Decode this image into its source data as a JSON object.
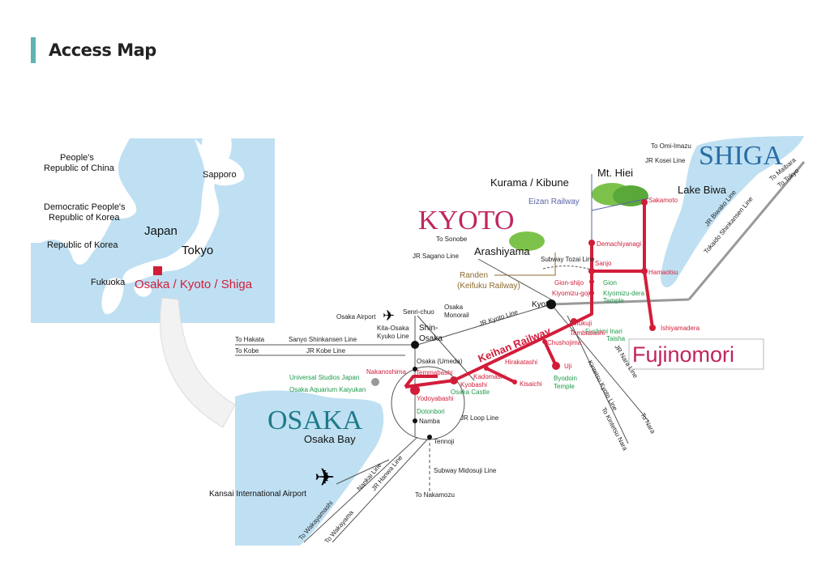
{
  "header": {
    "title": "Access Map"
  },
  "colors": {
    "accent_bar": "#5fb3b3",
    "water": "#bfe0f2",
    "keihan": "#d21d3a",
    "green_station": "#1e9a4a",
    "eizan": "#5a64a8",
    "randen": "#8b6b2e"
  },
  "inset": {
    "china": "People's\nRepublic of China",
    "dprk": "Democratic People's\nRepublic of Korea",
    "rok": "Republic of Korea",
    "japan": "Japan",
    "sapporo": "Sapporo",
    "tokyo": "Tokyo",
    "fukuoka": "Fukuoka",
    "highlight": "Osaka / Kyoto / Shiga"
  },
  "regions": {
    "kyoto": "KYOTO",
    "osaka": "OSAKA",
    "shiga": "SHIGA"
  },
  "places": {
    "kurama": "Kurama / Kibune",
    "mt_hiei": "Mt. Hiei",
    "lake_biwa": "Lake Biwa",
    "arashiyama": "Arashiyama",
    "osaka_bay": "Osaka Bay",
    "kansai_airport": "Kansai International Airport",
    "osaka_airport": "Osaka Airport",
    "fujinomori": "Fujinomori"
  },
  "lines": {
    "eizan": "Eizan Railway",
    "randen": "Randen",
    "randen_sub": "(Keifuku Railway)",
    "keihan": "Keihan Railway",
    "jr_sagano": "JR Sagano Line",
    "subway_tozai": "Subway Tozai Line",
    "jr_kyoto": "JR Kyoto Line",
    "osaka_monorail": "Osaka\nMonorail",
    "kita_osaka": "Kita-Osaka\nKyuko Line",
    "sanyo": "Sanyo Shinkansen Line",
    "jr_kobe": "JR Kobe Line",
    "jr_loop": "JR Loop Line",
    "midosuji": "Subway Midosuji Line",
    "nankai": "Nankai Line",
    "jr_hanwa": "JR Hanwa Line",
    "kintetsu_kyoto": "Kintetsu Kyoto Line",
    "jr_nara": "JR Nara Line",
    "jr_kosei": "JR Kosei Line",
    "jr_biwako": "JR Biwako Line",
    "tokaido": "Tokaido Shinkansen Line"
  },
  "destinations": {
    "omi_imazu": "To Omi-Imazu",
    "maibara": "To Maibara",
    "tokyo": "To Tokyo",
    "sonobe": "To Sonobe",
    "hakata": "To Hakata",
    "kobe": "To Kobe",
    "nara1": "To Nara",
    "kintetsu_nara": "To Kintetsu Nara",
    "nara2": "To Nara",
    "nakamozu": "To Nakamozu",
    "wakayamashi": "To Wakayamashi",
    "wakayama": "To Wakayama"
  },
  "stations": {
    "demachiyanagi": "Demachiyanagi",
    "sakamoto": "Sakamoto",
    "sanjo": "Sanjo",
    "hamaotsu": "Hamaotsu",
    "gion_shijo": "Gion-shijo",
    "gion": "Gion",
    "kiyomizu_gojo": "Kiyomizu-gojo",
    "kiyomizu_dera": "Kiyomizu-dera\nTemple",
    "kyoto": "Kyoto",
    "tofukuji": "Tofukuji",
    "fushimi_inari": "Fushimi Inari\nTaisha",
    "tambabashi": "Tambabashi",
    "ishiyamadera": "Ishiyamadera",
    "chushojima": "Chushojima",
    "uji": "Uji",
    "byodoin": "Byodoin\nTemple",
    "hirakatashi": "Hirakatashi",
    "kisaichi": "Kisaichi",
    "kadomashi": "Kadomashi",
    "kyobashi": "Kyobashi",
    "osaka_castle": "Osaka Castle",
    "temmabashi": "Temmabashi",
    "nakanoshima": "Nakanoshima",
    "yodoyabashi": "Yodoyabashi",
    "osaka_umeda": "Osaka (Umeda)",
    "senri_chuo": "Senri-chuo",
    "shin_osaka": "Shin-\nOsaka",
    "usj": "Universal Studios Japan",
    "aquarium": "Osaka Aquarium Kaiyukan",
    "dotonbori": "Dotonbori",
    "namba": "Namba",
    "tennoji": "Tennoji"
  }
}
